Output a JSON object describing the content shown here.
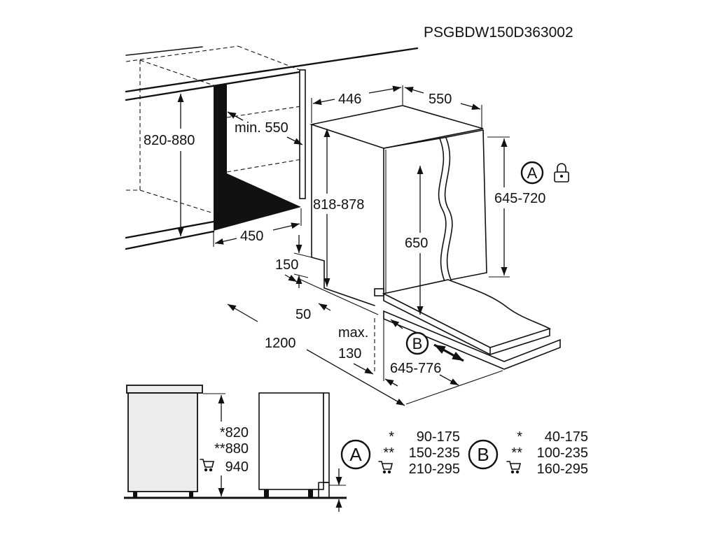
{
  "model_code": "PSGBDW150D363002",
  "top_view": {
    "cabinet_height": "820-880",
    "min_depth": "min. 550",
    "width": "446",
    "depth": "550",
    "appliance_height": "818-878",
    "door_height": "645-720",
    "inner_height": "650",
    "niche_width": "450",
    "plinth_height": "150",
    "plinth_offset": "50",
    "hose_length": "1200",
    "max_label": "max.",
    "max_value": "130",
    "door_travel": "645-776",
    "marker_a": "A",
    "marker_b": "B",
    "lock_icon": "lock-icon"
  },
  "side_view": {
    "heights": [
      {
        "label": "*820"
      },
      {
        "label": "**880"
      },
      {
        "icon": "cart-icon",
        "label": "940"
      }
    ]
  },
  "tables": [
    {
      "marker": "A",
      "rows": [
        {
          "key": "*",
          "value": "90-175"
        },
        {
          "key": "**",
          "value": "150-235"
        },
        {
          "icon": "cart-icon",
          "value": "210-295"
        }
      ]
    },
    {
      "marker": "B",
      "rows": [
        {
          "key": "*",
          "value": "40-175"
        },
        {
          "key": "**",
          "value": "100-235"
        },
        {
          "icon": "cart-icon",
          "value": "160-295"
        }
      ]
    }
  ],
  "colors": {
    "ink": "#111111",
    "panel_fill": "#ececec",
    "background": "#ffffff"
  }
}
